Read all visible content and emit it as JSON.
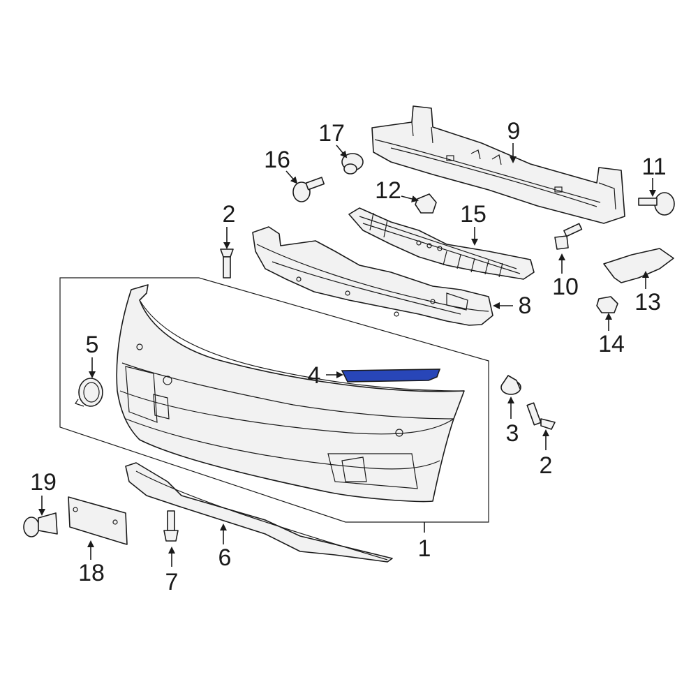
{
  "diagram": {
    "callouts": [
      "1",
      "2",
      "2",
      "3",
      "4",
      "5",
      "6",
      "7",
      "8",
      "9",
      "10",
      "11",
      "12",
      "13",
      "14",
      "15",
      "16",
      "17",
      "18",
      "19"
    ],
    "colors": {
      "line": "#1a1a1a",
      "part_fill": "#f2f2f2",
      "highlight": "#2846b8"
    },
    "highlighted_part": "4"
  }
}
